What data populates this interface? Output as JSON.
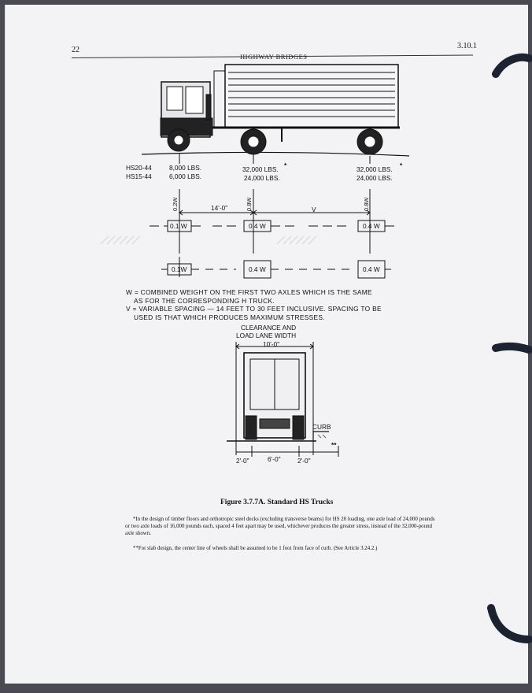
{
  "page": {
    "page_number": "22",
    "section_number": "3.10.1",
    "running_head": "HIGHWAY BRIDGES"
  },
  "truck": {
    "rows": [
      {
        "designation": "HS20-44",
        "front": "8,000  LBS.",
        "drive": "32,000 LBS.",
        "drive_mark": "*",
        "rear": "32,000  LBS.",
        "rear_mark": "*"
      },
      {
        "designation": "HS15-44",
        "front": "6,000  LBS.",
        "drive": "24,000 LBS.",
        "rear": "24,000  LBS."
      }
    ],
    "axle_labels": {
      "front": "0.2W",
      "drive": "0.8W",
      "rear": "0.8W"
    },
    "spacing_fixed": "14'-0\"",
    "spacing_variable": "V",
    "wheel_load_boxes": {
      "front": "0.1 W",
      "drive": "0.4 W",
      "rear": "0.4 W"
    },
    "wheel_load_boxes_plan": {
      "front": "0.1W",
      "drive": "0.4 W",
      "rear": "0.4 W"
    }
  },
  "notes": {
    "line1": "W  =  COMBINED  WEIGHT  ON  THE  FIRST  TWO  AXLES  WHICH  IS  THE  SAME",
    "line2": "AS  FOR  THE  CORRESPONDING  H  TRUCK.",
    "line3": "V  =  VARIABLE  SPACING  —  14  FEET  TO  30  FEET  INCLUSIVE.  SPACING  TO  BE",
    "line4": "USED  IS  THAT  WHICH  PRODUCES  MAXIMUM  STRESSES."
  },
  "clearance": {
    "title_line1": "CLEARANCE  AND",
    "title_line2": "LOAD  LANE  WIDTH",
    "width": "10'-0\"",
    "curb_label": "CURB",
    "curb_mark": "**",
    "dims": [
      "2'-0\"",
      "6'-0\"",
      "2'-0\""
    ]
  },
  "figure": {
    "caption": "Figure 3.7.7A.   Standard HS Trucks",
    "footnote1": "*In the design of timber floors and orthotropic steel decks (excluding transverse beams) for HS 20 loading, one axle load of 24,000 pounds or two axle loads of 16,000 pounds each, spaced 4 feet apart may be used, whichever produces the greater stress, instead of the 32,000-pound axle shown.",
    "footnote2": "**For slab design, the center line of wheels shall be assumed to be 1 foot from face of curb. (See Article 3.24.2.)"
  },
  "colors": {
    "paper": "#f3f3f6",
    "ink": "#111111",
    "background": "#4a4a52",
    "binder_ring": "#1c2230"
  }
}
